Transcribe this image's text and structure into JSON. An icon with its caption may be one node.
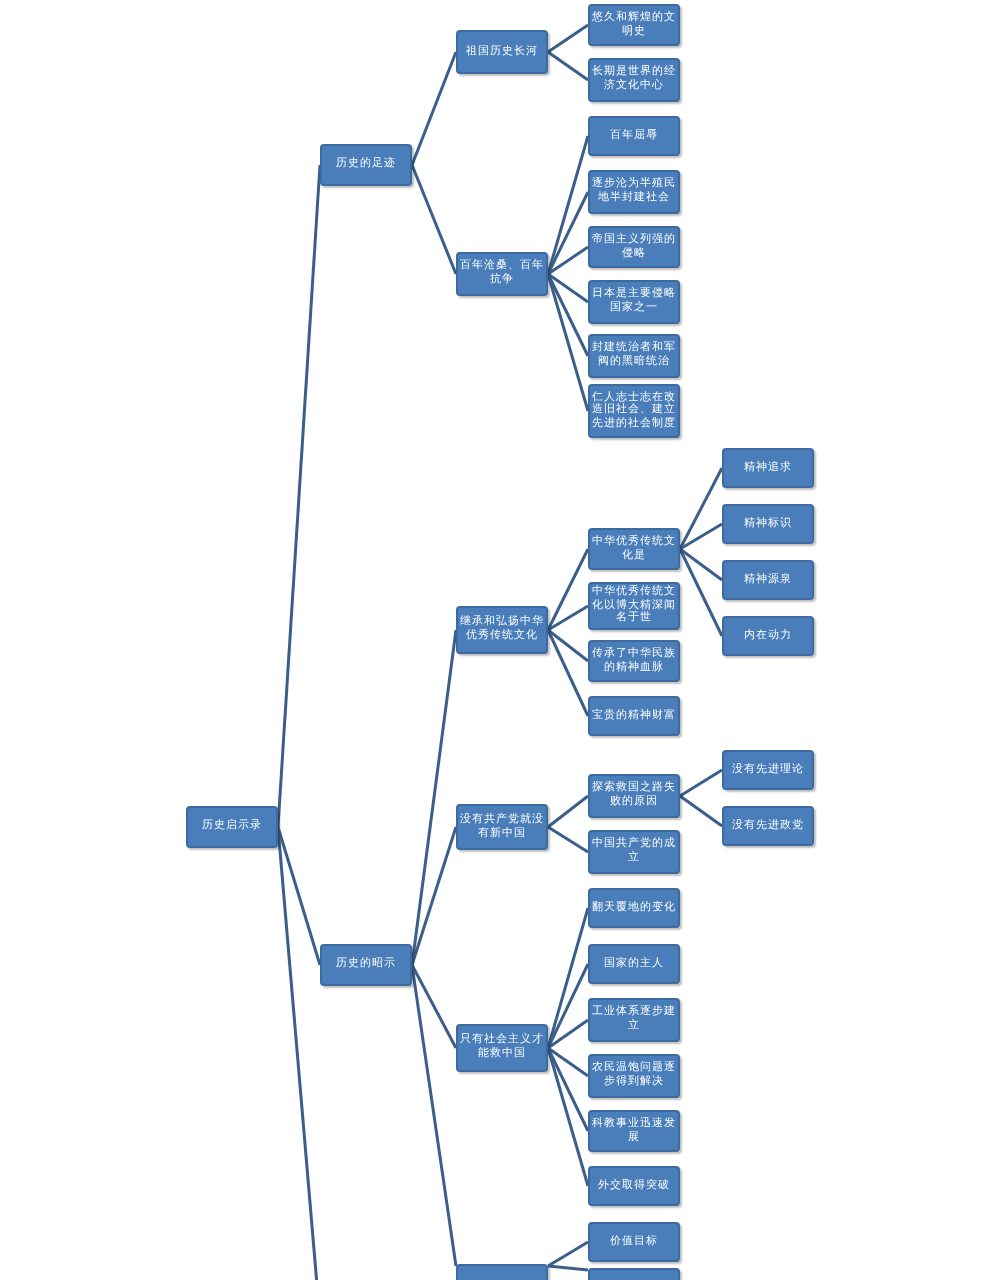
{
  "diagram": {
    "nodes": [
      {
        "text": [
          "历史启示录"
        ]
      },
      {
        "text": [
          "历史的足迹"
        ]
      },
      {
        "text": [
          "祖国历史长河"
        ]
      },
      {
        "text": [
          "悠久和辉煌的文明史"
        ]
      },
      {
        "text": [
          "长期是世界的经济文化中心"
        ]
      },
      {
        "text": [
          "百年沧桑、百年抗争"
        ]
      },
      {
        "text": [
          "百年屈辱"
        ]
      },
      {
        "text": [
          "逐步沦为半殖民地半封建社会"
        ]
      },
      {
        "text": [
          "帝国主义列强的侵略"
        ]
      },
      {
        "text": [
          "日本是主要侵略国家之一"
        ]
      },
      {
        "text": [
          "封建统治者和军阀的黑暗统治"
        ]
      },
      {
        "text": [
          "仁人志士志在改造旧社会、建立先进的社会制度"
        ]
      },
      {
        "text": [
          "历史的昭示"
        ]
      },
      {
        "text": [
          "继承和弘扬中华优秀传统文化"
        ]
      },
      {
        "text": [
          "中华优秀传统文化是"
        ]
      },
      {
        "text": [
          "精神追求"
        ]
      },
      {
        "text": [
          "精神标识"
        ]
      },
      {
        "text": [
          "精神源泉"
        ]
      },
      {
        "text": [
          "内在动力"
        ]
      },
      {
        "text": [
          "中华优秀传统文化以博大精深闻名于世"
        ]
      },
      {
        "text": [
          "传承了中华民族的精神血脉"
        ]
      },
      {
        "text": [
          "宝贵的精神财富"
        ]
      },
      {
        "text": [
          "没有共产党就没有新中国"
        ]
      },
      {
        "text": [
          "探索救国之路失败的原因"
        ]
      },
      {
        "text": [
          "没有先进理论"
        ]
      },
      {
        "text": [
          "没有先进政党"
        ]
      },
      {
        "text": [
          "中国共产党的成立"
        ]
      },
      {
        "text": [
          "只有社会主义才能救中国"
        ]
      },
      {
        "text": [
          "翻天覆地的变化"
        ]
      },
      {
        "text": [
          "国家的主人"
        ]
      },
      {
        "text": [
          "工业体系逐步建立"
        ]
      },
      {
        "text": [
          "农民温饱问题逐步得到解决"
        ]
      },
      {
        "text": [
          "科教事业迅速发展"
        ]
      },
      {
        "text": [
          "外交取得突破"
        ]
      },
      {
        "text": [],
        "shape": "box"
      },
      {
        "text": [
          "价值目标"
        ]
      },
      {
        "text": [],
        "shape": "box"
      }
    ],
    "edges": [
      {
        "from": 0,
        "to": 1,
        "arrow": "none"
      },
      {
        "from": 0,
        "to": 12,
        "arrow": "none"
      },
      {
        "from": 0,
        "to": null,
        "arrow": "none"
      },
      {
        "from": 1,
        "to": 2,
        "arrow": "none"
      },
      {
        "from": 1,
        "to": 5,
        "arrow": "none"
      },
      {
        "from": 2,
        "to": 3,
        "arrow": "none"
      },
      {
        "from": 2,
        "to": 4,
        "arrow": "none"
      },
      {
        "from": 5,
        "to": 6,
        "arrow": "none"
      },
      {
        "from": 5,
        "to": 7,
        "arrow": "none"
      },
      {
        "from": 5,
        "to": 8,
        "arrow": "none"
      },
      {
        "from": 5,
        "to": 9,
        "arrow": "none"
      },
      {
        "from": 5,
        "to": 10,
        "arrow": "none"
      },
      {
        "from": 5,
        "to": 11,
        "arrow": "none"
      },
      {
        "from": 12,
        "to": 13,
        "arrow": "none"
      },
      {
        "from": 12,
        "to": 22,
        "arrow": "none"
      },
      {
        "from": 12,
        "to": 27,
        "arrow": "none"
      },
      {
        "from": 12,
        "to": 34,
        "arrow": "none"
      },
      {
        "from": 13,
        "to": 14,
        "arrow": "none"
      },
      {
        "from": 13,
        "to": 19,
        "arrow": "none"
      },
      {
        "from": 13,
        "to": 20,
        "arrow": "none"
      },
      {
        "from": 13,
        "to": 21,
        "arrow": "none"
      },
      {
        "from": 14,
        "to": 15,
        "arrow": "none"
      },
      {
        "from": 14,
        "to": 16,
        "arrow": "none"
      },
      {
        "from": 14,
        "to": 17,
        "arrow": "none"
      },
      {
        "from": 14,
        "to": 18,
        "arrow": "none"
      },
      {
        "from": 22,
        "to": 23,
        "arrow": "none"
      },
      {
        "from": 22,
        "to": 26,
        "arrow": "none"
      },
      {
        "from": 23,
        "to": 24,
        "arrow": "none"
      },
      {
        "from": 23,
        "to": 25,
        "arrow": "none"
      },
      {
        "from": 27,
        "to": 28,
        "arrow": "none"
      },
      {
        "from": 27,
        "to": 29,
        "arrow": "none"
      },
      {
        "from": 27,
        "to": 30,
        "arrow": "none"
      },
      {
        "from": 27,
        "to": 31,
        "arrow": "none"
      },
      {
        "from": 27,
        "to": 32,
        "arrow": "none"
      },
      {
        "from": 27,
        "to": 33,
        "arrow": "none"
      },
      {
        "from": 34,
        "to": 35,
        "arrow": "none"
      },
      {
        "from": 34,
        "to": 36,
        "arrow": "none"
      }
    ]
  }
}
